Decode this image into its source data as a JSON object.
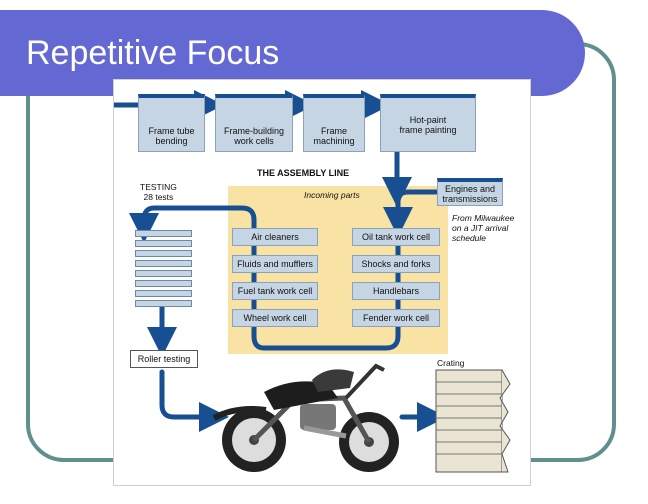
{
  "slide": {
    "title": "Repetitive Focus"
  },
  "diagram": {
    "heading": "THE ASSEMBLY LINE",
    "testing_label": "TESTING\n28 tests",
    "incoming_parts": "Incoming parts",
    "from_milwaukee": "From Milwaukee\non a JIT arrival\nschedule",
    "crating": "Crating",
    "top_boxes": [
      "Frame tube\nbending",
      "Frame-building\nwork cells",
      "Frame\nmachining",
      "Hot-paint\nframe painting"
    ],
    "engines_box": "Engines and\ntransmissions",
    "left_cells": [
      "Air cleaners",
      "Fluids and mufflers",
      "Fuel tank work cell",
      "Wheel work cell"
    ],
    "right_cells": [
      "Oil tank work cell",
      "Shocks and forks",
      "Handlebars",
      "Fender work cell"
    ],
    "roller_testing": "Roller testing",
    "colors": {
      "arrow": "#174f92",
      "box": "#c5d5e4",
      "zone": "#f9e3a4",
      "title_bar": "#6468d2"
    }
  }
}
